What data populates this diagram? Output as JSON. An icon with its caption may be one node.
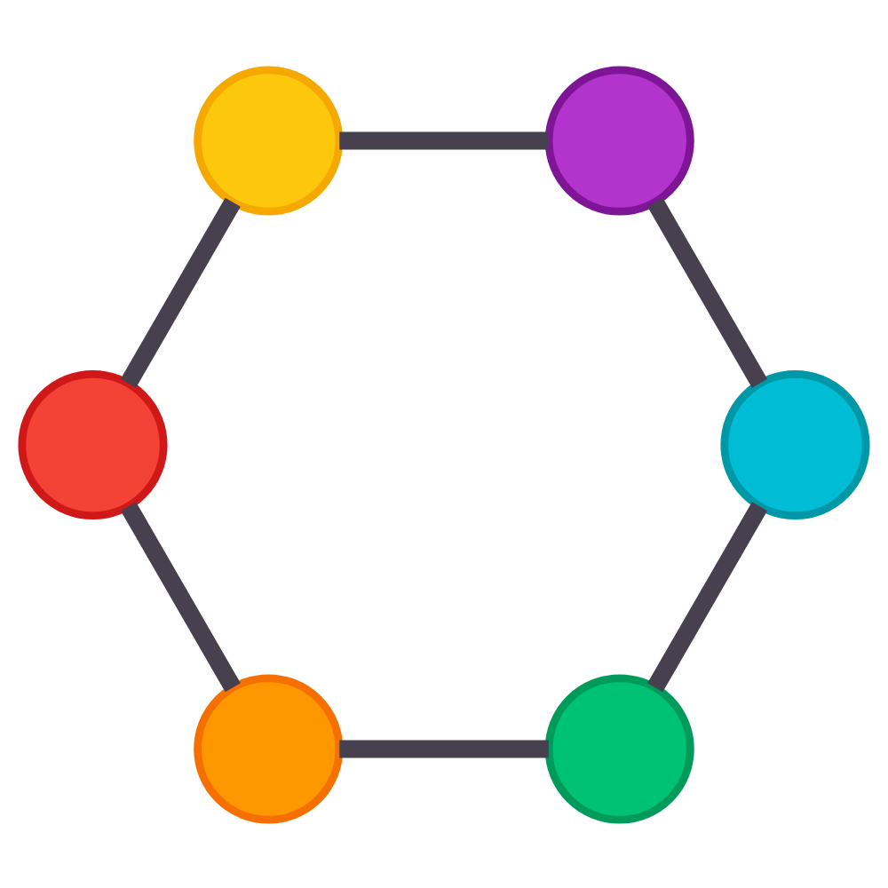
{
  "diagram": {
    "nodes": [
      {
        "text": [],
        "shape": "circle"
      },
      {
        "text": [],
        "shape": "circle"
      },
      {
        "text": [],
        "shape": "circle"
      },
      {
        "text": [],
        "shape": "circle"
      },
      {
        "text": [],
        "shape": "circle"
      },
      {
        "text": [],
        "shape": "circle"
      }
    ],
    "edges": [
      {
        "from": 0,
        "to": 1,
        "arrow": "none"
      },
      {
        "from": 1,
        "to": 3,
        "arrow": "none"
      },
      {
        "from": 3,
        "to": 5,
        "arrow": "none"
      },
      {
        "from": 4,
        "to": 5,
        "arrow": "none"
      },
      {
        "from": 2,
        "to": 4,
        "arrow": "none"
      },
      {
        "from": 0,
        "to": 2,
        "arrow": "none"
      }
    ]
  }
}
